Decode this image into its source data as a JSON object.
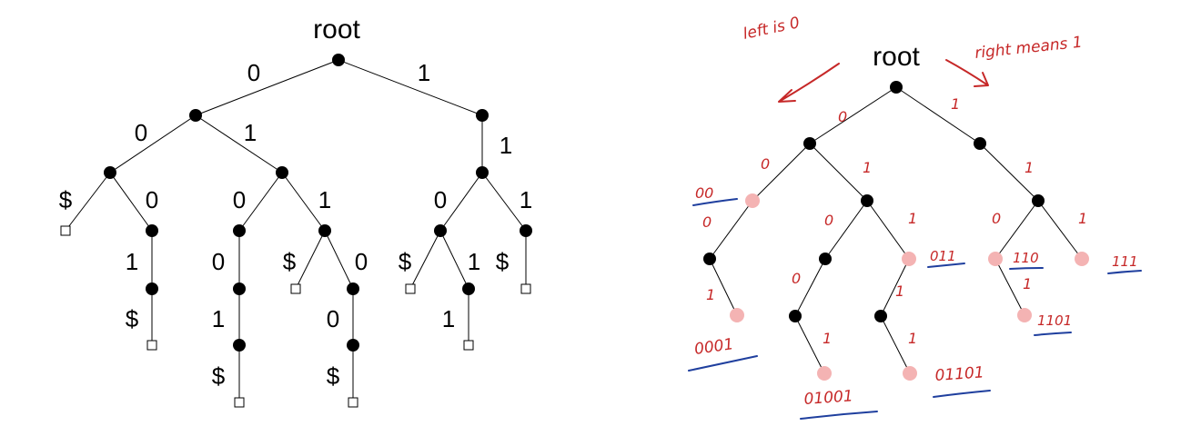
{
  "left": {
    "root_label": "root",
    "edge_labels": [
      "0",
      "1",
      "0",
      "1",
      "1",
      "$",
      "0",
      "0",
      "1",
      "0",
      "1",
      "1",
      "0",
      "$",
      "0",
      "$",
      "1",
      "$",
      "1",
      "0",
      "$",
      "1",
      "$",
      "$"
    ]
  },
  "right": {
    "root_label": "root",
    "annotations": {
      "left_note": "left is 0",
      "right_note": "right means 1"
    },
    "edge_digits": [
      "0",
      "1",
      "0",
      "1",
      "1",
      "0",
      "1",
      "0",
      "1",
      "0",
      "1",
      "1",
      "0",
      "1",
      "1",
      "1"
    ],
    "codes": [
      "00",
      "011",
      "110",
      "111",
      "0001",
      "1101",
      "01001",
      "01101"
    ]
  },
  "colors": {
    "black_node": "#000000",
    "leaf_node": "#f4b3b3",
    "handwriting_red": "#c62828",
    "underline_blue": "#1f3f9e"
  }
}
